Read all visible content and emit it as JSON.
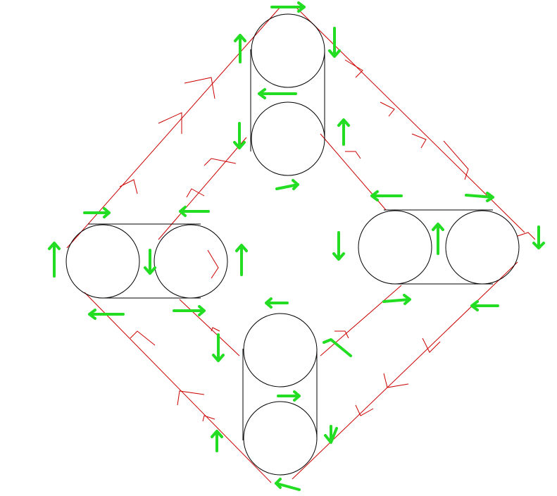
{
  "colors": {
    "path": "#cc0000",
    "arrow": "#22dd22",
    "outline": "#000000",
    "background": "#ffffff"
  },
  "units": [
    {
      "name": "top",
      "orientation": "vertical"
    },
    {
      "name": "left",
      "orientation": "horizontal"
    },
    {
      "name": "right",
      "orientation": "horizontal"
    },
    {
      "name": "bottom",
      "orientation": "vertical"
    }
  ],
  "arrow_directions": [
    "right",
    "down",
    "left",
    "down",
    "up",
    "right",
    "right",
    "left",
    "up",
    "down",
    "up",
    "up",
    "left",
    "left",
    "right",
    "down",
    "left",
    "right",
    "up",
    "down",
    "left",
    "up",
    "right",
    "left",
    "right",
    "down",
    "up",
    "left"
  ]
}
